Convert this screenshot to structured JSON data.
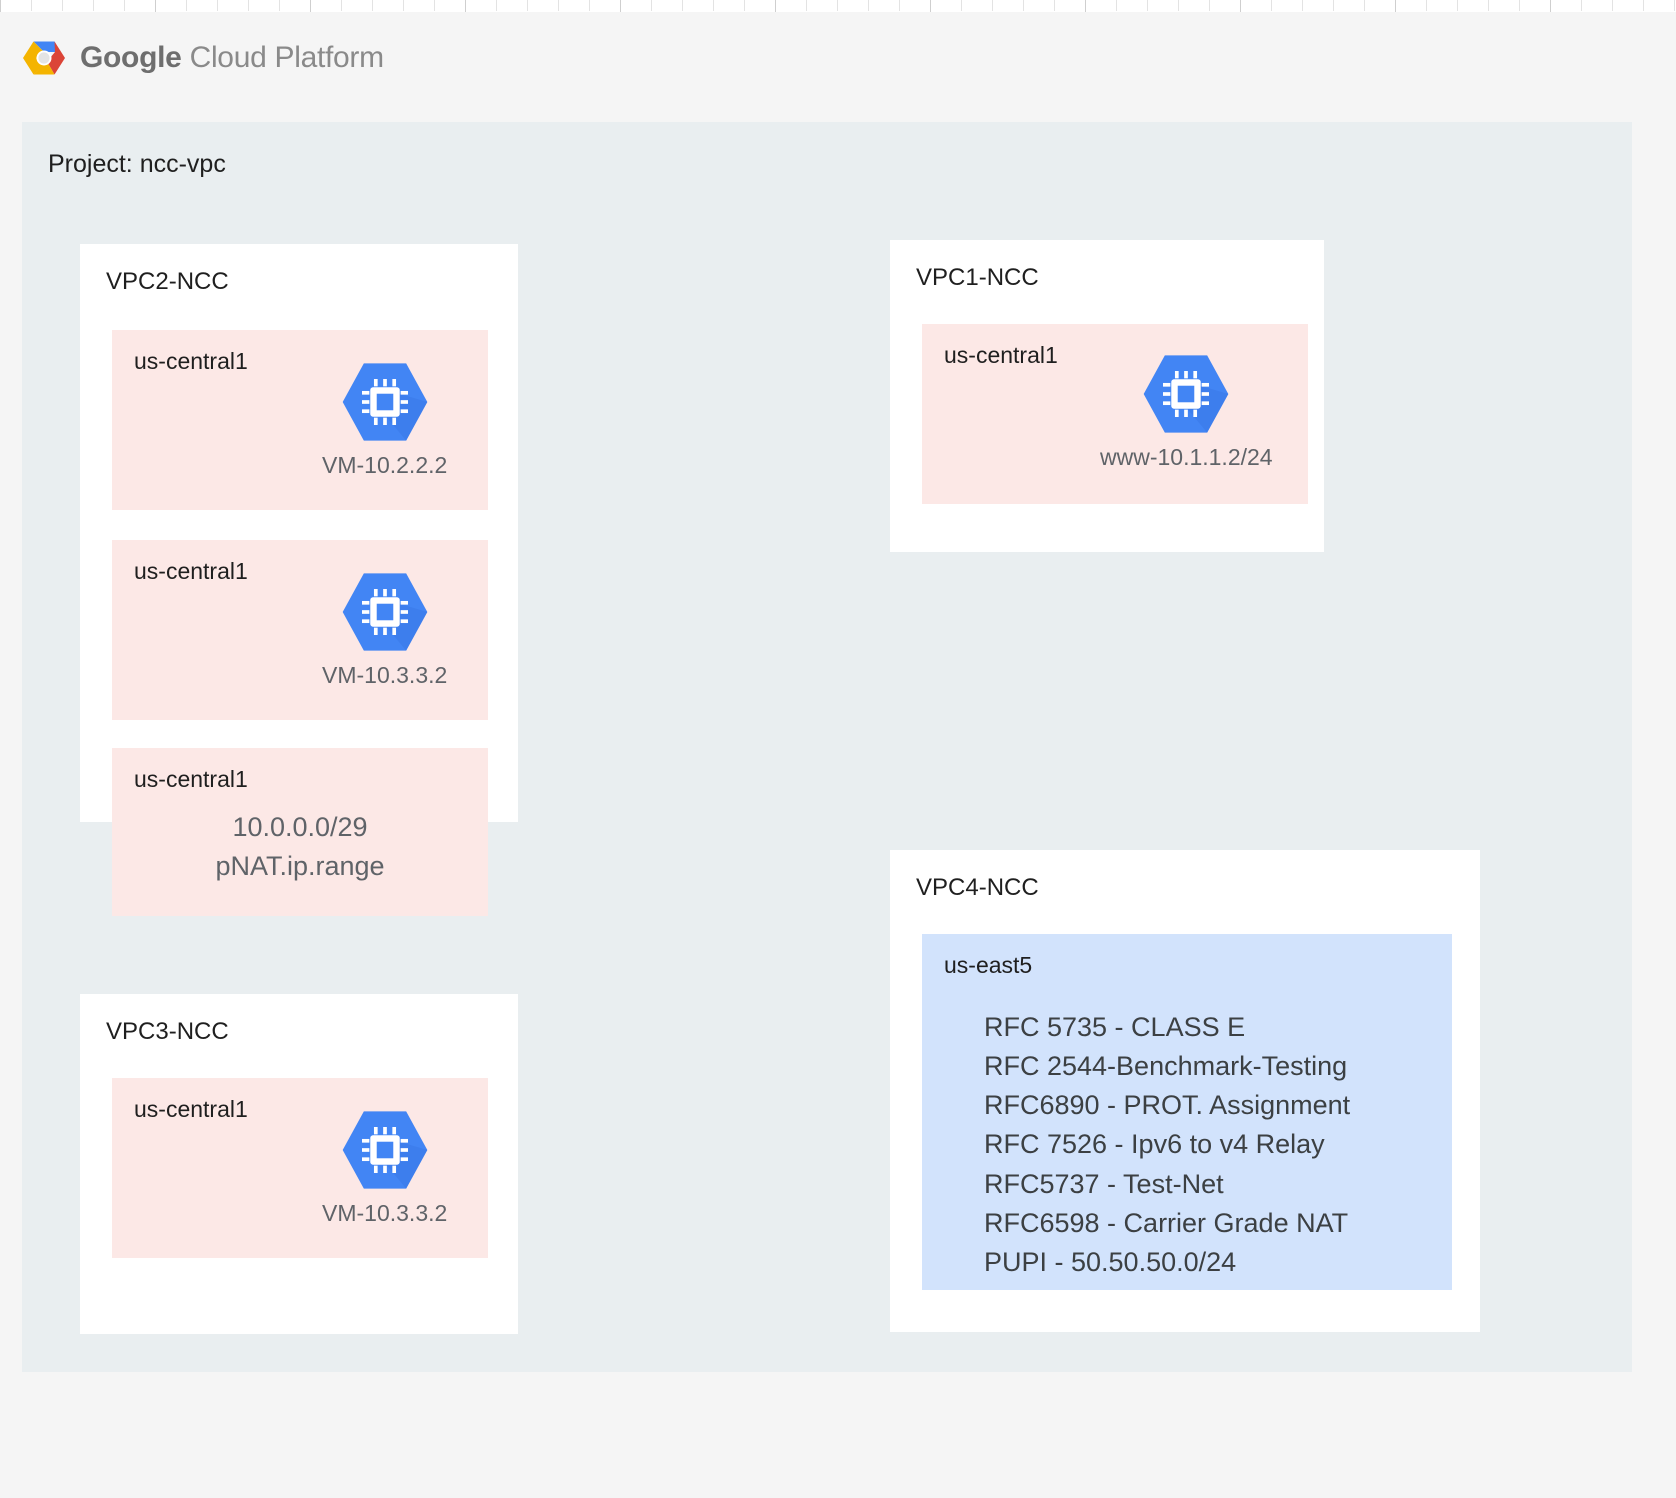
{
  "header": {
    "logo_icon": "google-cloud-platform-logo",
    "brand_bold": "Google",
    "brand_light": "Cloud Platform",
    "wordmark": "Google Cloud Platform"
  },
  "project": {
    "title": "Project: ncc-vpc"
  },
  "colors": {
    "page_background": "#f5f5f5",
    "project_frame": "#e9eef0",
    "panel": "#ffffff",
    "region_pink": "#fce8e6",
    "region_blue": "#d2e3fc",
    "vm_hexagon": "#4285f4",
    "vm_hexagon_shadow": "#3b78e7",
    "title_text": "#1f1f1f",
    "caption_text": "#5f6368",
    "logo_blue": "#4285f4",
    "logo_red": "#db4437",
    "logo_yellow": "#f4b400",
    "logo_center": "#dadce0"
  },
  "vpcs": [
    {
      "id": "vpc2",
      "title": "VPC2-NCC",
      "regions": [
        {
          "label": "us-central1",
          "vm_caption": "VM-10.2.2.2",
          "icon": "vm-instance-icon"
        },
        {
          "label": "us-central1",
          "vm_caption": "VM-10.3.3.2",
          "icon": "vm-instance-icon"
        },
        {
          "label": "us-central1",
          "line1": "10.0.0.0/29",
          "line2": "pNAT.ip.range"
        }
      ]
    },
    {
      "id": "vpc1",
      "title": "VPC1-NCC",
      "regions": [
        {
          "label": "us-central1",
          "vm_caption": "www-10.1.1.2/24",
          "icon": "vm-instance-icon"
        }
      ]
    },
    {
      "id": "vpc3",
      "title": "VPC3-NCC",
      "regions": [
        {
          "label": "us-central1",
          "vm_caption": "VM-10.3.3.2",
          "icon": "vm-instance-icon"
        }
      ]
    },
    {
      "id": "vpc4",
      "title": "VPC4-NCC",
      "regions": [
        {
          "label": "us-east5",
          "rfc_lines": [
            "RFC 5735 - CLASS E",
            "RFC 2544-Benchmark-Testing",
            "RFC6890 - PROT. Assignment",
            "RFC 7526 - Ipv6 to v4 Relay",
            "RFC5737 - Test-Net",
            "RFC6598 - Carrier Grade NAT",
            "PUPI - 50.50.50.0/24"
          ]
        }
      ]
    }
  ]
}
